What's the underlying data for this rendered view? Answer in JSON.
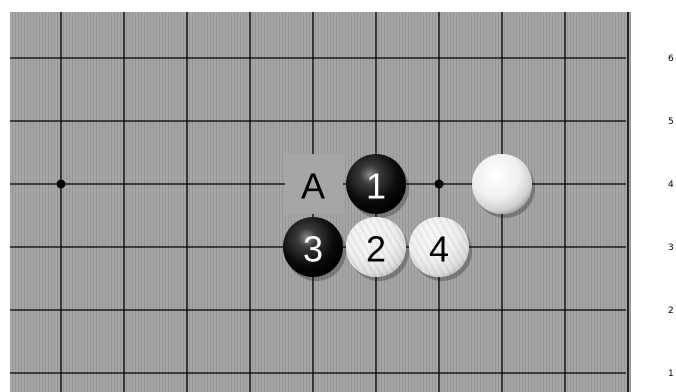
{
  "board": {
    "background_color": "#a3a3a3",
    "line_color": "#000000",
    "row_labels": [
      "6",
      "5",
      "4",
      "3",
      "2",
      "1"
    ]
  },
  "stones": [
    {
      "id": "black-1",
      "color": "black",
      "label": "1",
      "col": 6,
      "row": 4
    },
    {
      "id": "white-2",
      "color": "white",
      "label": "2",
      "col": 6,
      "row": 3
    },
    {
      "id": "black-3",
      "color": "black",
      "label": "3",
      "col": 5,
      "row": 3
    },
    {
      "id": "white-4",
      "color": "white",
      "label": "4",
      "col": 7,
      "row": 3
    },
    {
      "id": "white-plain",
      "color": "white",
      "label": "",
      "col": 8,
      "row": 4
    }
  ],
  "markers": [
    {
      "id": "marker-a",
      "label": "A",
      "col": 5,
      "row": 4
    }
  ],
  "star_points": [
    {
      "col": 1,
      "row": 4
    },
    {
      "col": 7,
      "row": 4
    }
  ]
}
